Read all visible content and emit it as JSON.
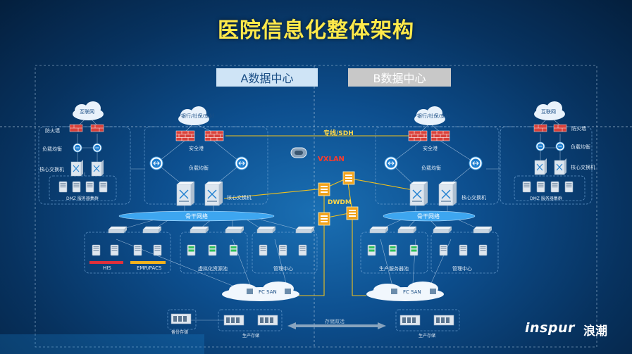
{
  "title": "医院信息化整体架构",
  "datacenters": {
    "a": "A数据中心",
    "b": "B数据中心"
  },
  "left": {
    "internet": "互联网",
    "firewall": "防火墙",
    "lb": "负载均衡",
    "core": "核心交换机",
    "dmz": "DMZ 服务器集群"
  },
  "a_dc": {
    "bank": "银行/社保/支付",
    "gateway": "安全港",
    "lb": "负载均衡",
    "core": "核心交换机",
    "backbone": "骨干网络",
    "his": "HIS",
    "emr": "EMR/PACS",
    "virt": "虚拟化资源池",
    "mgmt": "管理中心",
    "fcsan": "FC SAN",
    "backup": "备份存储",
    "prod_storage": "生产存储"
  },
  "center": {
    "sdh": "专线/SDH",
    "vxlan": "VXLAN",
    "dwdm": "DWDM",
    "storage_dual": "存储双活"
  },
  "b_dc": {
    "bank": "银行/社保/支付",
    "gateway": "安全港",
    "lb": "负载均衡",
    "core": "核心交换机",
    "backbone": "骨干网络",
    "prod_pool": "生产服务器池",
    "mgmt": "管理中心",
    "fcsan": "FC SAN",
    "prod_storage": "生产存储"
  },
  "right": {
    "internet": "互联网",
    "firewall": "防火墙",
    "lb": "负载均衡",
    "core": "核心交换机",
    "dmz": "DMZ 服务器集群"
  },
  "brand": {
    "logo": "inspur",
    "logo_cn": "浪潮"
  },
  "colors": {
    "title": "#ffe94a",
    "firewall": "#e0403a",
    "dwdm": "#f2a31c",
    "his_bar": "#e0303a",
    "emr_bar": "#f2b21c"
  }
}
